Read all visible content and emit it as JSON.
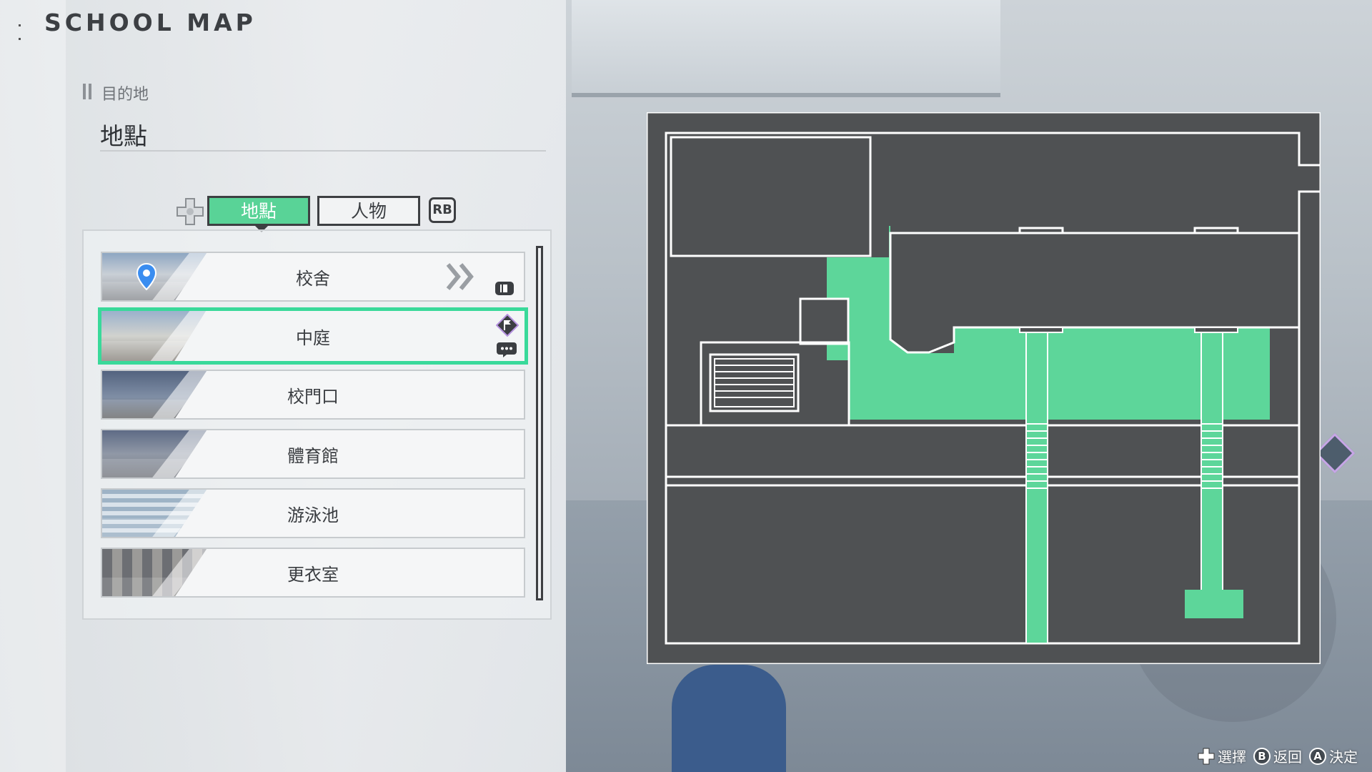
{
  "header": {
    "title": "SCHOOL MAP"
  },
  "destination": {
    "label": "目的地",
    "value": "地點"
  },
  "tabs": [
    {
      "label": "地點",
      "active": true
    },
    {
      "label": "人物",
      "active": false
    }
  ],
  "rb_label": "RB",
  "locations": [
    {
      "label": "校舍",
      "thumb_colors": [
        "#6d87a6",
        "#c0c7cf",
        "#8c8f95"
      ]
    },
    {
      "label": "中庭",
      "thumb_colors": [
        "#7a93b3",
        "#c8c9c6",
        "#8d8a84"
      ]
    },
    {
      "label": "校門口",
      "thumb_colors": [
        "#53637f",
        "#7f8ea5",
        "#6e6f70"
      ]
    },
    {
      "label": "體育館",
      "thumb_colors": [
        "#5e6b85",
        "#9098a6",
        "#7c7f86"
      ]
    },
    {
      "label": "游泳池",
      "thumb_colors": [
        "#9eb3c6",
        "#d9e2ea",
        "#7f95a8"
      ]
    },
    {
      "label": "更衣室",
      "thumb_colors": [
        "#6c6e73",
        "#9b9a98",
        "#4f5257"
      ]
    }
  ],
  "footer": {
    "select_label": "選擇",
    "back_button": "B",
    "back_label": "返回",
    "confirm_button": "A",
    "confirm_label": "決定"
  },
  "colors": {
    "accent": "#59d397",
    "selection_border": "#39d99a",
    "map_bg": "#505254",
    "map_line": "#ffffff",
    "map_highlight": "#5dd69a"
  }
}
